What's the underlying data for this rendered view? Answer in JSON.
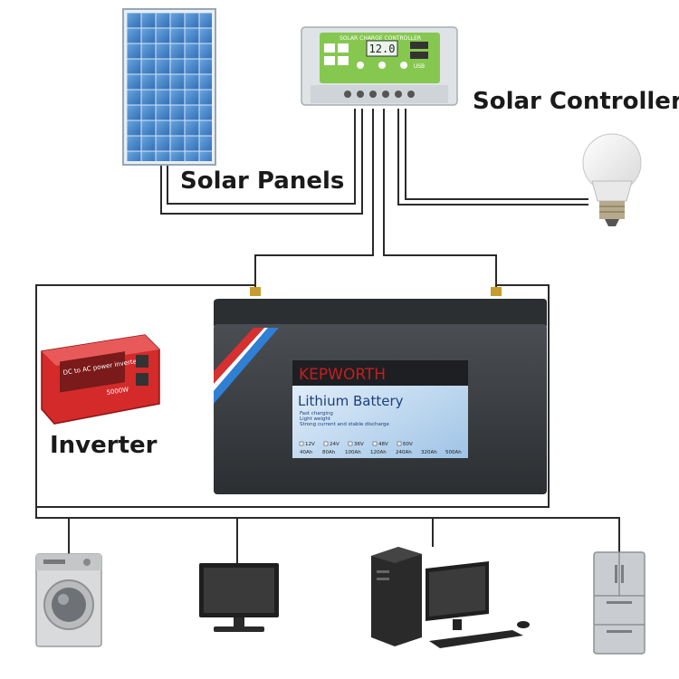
{
  "labels": {
    "solar_panels": "Solar Panels",
    "solar_controller": "Solar Controller",
    "inverter": "Inverter"
  },
  "controller": {
    "header": "SOLAR CHARGE CONTROLLER",
    "display": "12.0",
    "usb_label": "USB"
  },
  "inverter_device": {
    "text": "DC to AC power inverter",
    "rating": "5000W"
  },
  "battery": {
    "brand": "KEPWORTH",
    "title": "Lithium Battery",
    "features": [
      "Fast charging",
      "Light weight",
      "Strong current and stable discharge"
    ],
    "voltages": [
      "12V",
      "24V",
      "36V",
      "48V",
      "60V"
    ],
    "capacities": [
      "40Ah",
      "80Ah",
      "100Ah",
      "120Ah",
      "240Ah",
      "320Ah",
      "500Ah"
    ]
  },
  "colors": {
    "wire": "#2a2a2a",
    "battery_body": "#3a3d40",
    "panel_blue": "#4a86c8",
    "controller_green": "#7ec84a",
    "inverter_red": "#d42a2a",
    "brand_red": "#c41e1e"
  }
}
